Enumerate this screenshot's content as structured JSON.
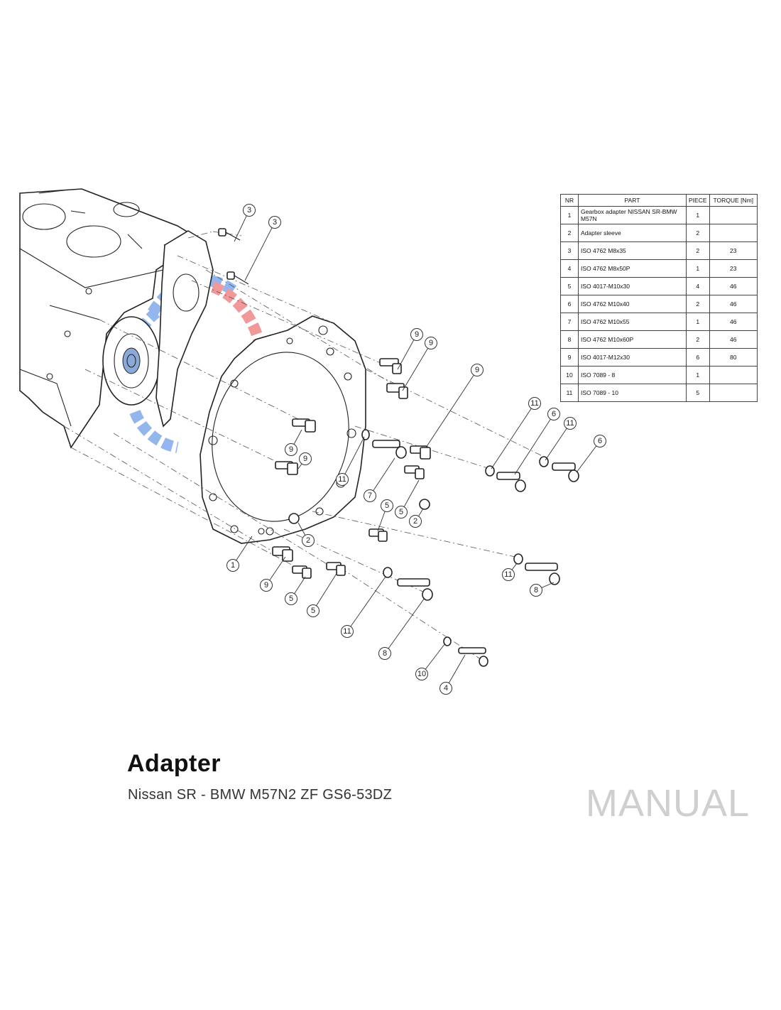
{
  "document": {
    "title": "Adapter",
    "subtitle": "Nissan SR - BMW M57N2 ZF GS6-53DZ",
    "mark": "MANUAL"
  },
  "parts_table": {
    "headers": [
      "NR",
      "PART",
      "PIECE",
      "TORQUE [Nm]"
    ],
    "rows": [
      {
        "nr": "1",
        "part": "Gearbox adapter NISSAN SR-BMW M57N",
        "piece": "1",
        "torque": ""
      },
      {
        "nr": "2",
        "part": "Adapter sleeve",
        "piece": "2",
        "torque": ""
      },
      {
        "nr": "3",
        "part": "ISO 4762 M8x35",
        "piece": "2",
        "torque": "23"
      },
      {
        "nr": "4",
        "part": "ISO 4762 M8x50P",
        "piece": "1",
        "torque": "23"
      },
      {
        "nr": "5",
        "part": "ISO 4017-M10x30",
        "piece": "4",
        "torque": "46"
      },
      {
        "nr": "6",
        "part": "ISO 4762 M10x40",
        "piece": "2",
        "torque": "46"
      },
      {
        "nr": "7",
        "part": "ISO 4762 M10x55",
        "piece": "1",
        "torque": "46"
      },
      {
        "nr": "8",
        "part": "ISO 4762 M10x60P",
        "piece": "2",
        "torque": "46"
      },
      {
        "nr": "9",
        "part": "ISO 4017-M12x30",
        "piece": "6",
        "torque": "80"
      },
      {
        "nr": "10",
        "part": "ISO 7089 - 8",
        "piece": "1",
        "torque": ""
      },
      {
        "nr": "11",
        "part": "ISO 7089 - 10",
        "piece": "5",
        "torque": ""
      }
    ]
  },
  "drawing": {
    "callouts": [
      "3",
      "3",
      "9",
      "9",
      "9",
      "11",
      "6",
      "11",
      "6",
      "9",
      "9",
      "11",
      "7",
      "5",
      "5",
      "2",
      "2",
      "1",
      "9",
      "5",
      "5",
      "11",
      "8",
      "11",
      "8",
      "10",
      "4"
    ],
    "colors": {
      "line": "#222222",
      "watermark_red": "#e64545",
      "watermark_blue": "#3a7be0"
    }
  }
}
